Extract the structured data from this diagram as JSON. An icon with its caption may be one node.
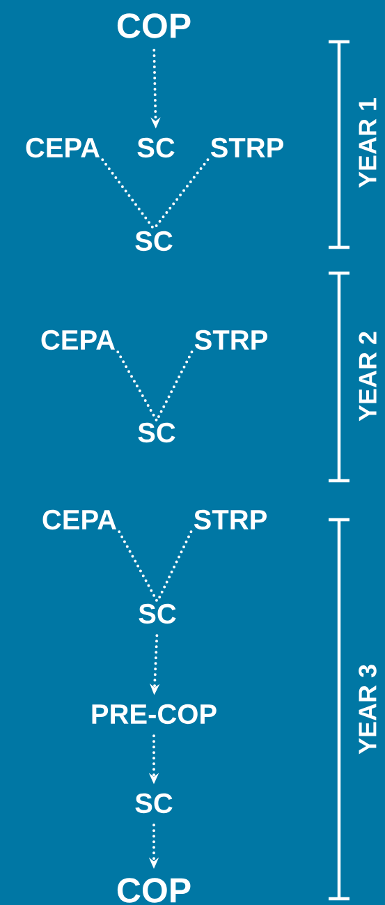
{
  "diagram": {
    "nodes": [
      {
        "text": [
          "COP"
        ]
      },
      {
        "text": [
          "CEPA"
        ]
      },
      {
        "text": [
          "SC"
        ]
      },
      {
        "text": [
          "STRP"
        ]
      },
      {
        "text": [
          "SC"
        ]
      },
      {
        "text": [
          "CEPA"
        ]
      },
      {
        "text": [
          "STRP"
        ]
      },
      {
        "text": [
          "SC"
        ]
      },
      {
        "text": [
          "CEPA"
        ]
      },
      {
        "text": [
          "STRP"
        ]
      },
      {
        "text": [
          "SC"
        ]
      },
      {
        "text": [
          "PRE-COP"
        ]
      },
      {
        "text": [
          "SC"
        ]
      },
      {
        "text": [
          "COP"
        ]
      }
    ],
    "edges": [
      {
        "from": 0,
        "to": 2,
        "arrow": "to"
      },
      {
        "from": 1,
        "to": 4,
        "arrow": "none"
      },
      {
        "from": 3,
        "to": 4,
        "arrow": "none"
      },
      {
        "from": 5,
        "to": 7,
        "arrow": "none"
      },
      {
        "from": 6,
        "to": 7,
        "arrow": "none"
      },
      {
        "from": 8,
        "to": 10,
        "arrow": "none"
      },
      {
        "from": 9,
        "to": 10,
        "arrow": "none"
      },
      {
        "from": 10,
        "to": 11,
        "arrow": "to"
      },
      {
        "from": 11,
        "to": 12,
        "arrow": "to"
      },
      {
        "from": 12,
        "to": 13,
        "arrow": "to"
      }
    ],
    "labels": [
      "YEAR 1",
      "YEAR 2",
      "YEAR 3"
    ]
  }
}
